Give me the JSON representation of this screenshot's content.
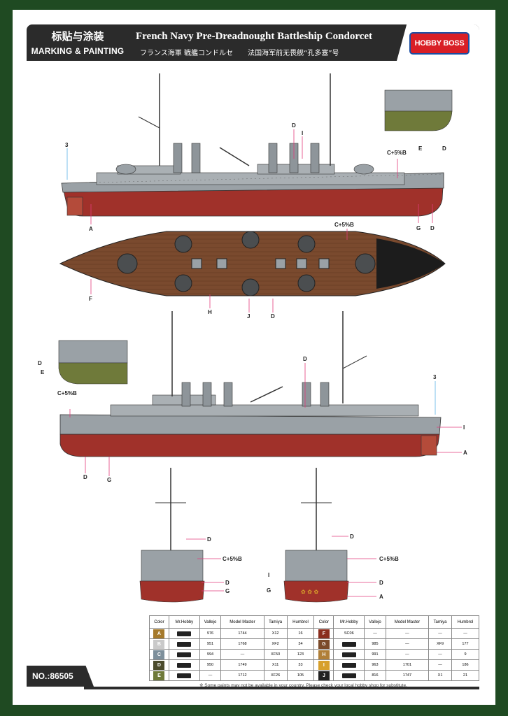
{
  "header": {
    "cn_title": "标贴与涂装",
    "en_title": "MARKING & PAINTING",
    "ship_title": "French Navy Pre-Dreadnought Battleship Condorcet",
    "jp_subtitle": "フランス海軍 戦艦コンドルセ",
    "cn_subtitle": "法国海军前无畏舰“孔多塞”号",
    "logo_text": "HOBBY BOSS"
  },
  "catalog_no": "NO.:86505",
  "callouts": {
    "a": "A",
    "c5n": "C+5%B",
    "d": "D",
    "e": "E",
    "f": "F",
    "g": "G",
    "h": "H",
    "i": "I",
    "j": "J",
    "n3": "3"
  },
  "paint_table": {
    "headers": [
      "Color",
      "Mr.Hobby",
      "Vallejo",
      "Model Master",
      "Tamiya",
      "Humbrol"
    ],
    "left_rows": [
      {
        "code": "A",
        "color": "#a57a2c",
        "vallejo": "976",
        "mm": "1744",
        "tamiya": "X12",
        "humbrol": "16"
      },
      {
        "code": "B",
        "color": "#c9c9c9",
        "vallejo": "951",
        "mm": "1768",
        "tamiya": "XF2",
        "humbrol": "34"
      },
      {
        "code": "C",
        "color": "#7d8f9b",
        "vallejo": "994",
        "mm": "—",
        "tamiya": "XF50",
        "humbrol": "123"
      },
      {
        "code": "D",
        "color": "#4b4b2c",
        "vallejo": "950",
        "mm": "1749",
        "tamiya": "X11",
        "humbrol": "33"
      },
      {
        "code": "E",
        "color": "#6f7a3a",
        "vallejo": "—",
        "mm": "1712",
        "tamiya": "XF26",
        "humbrol": "105"
      }
    ],
    "right_rows": [
      {
        "code": "F",
        "color": "#8a2e1e",
        "mrhobby": "SC06",
        "vallejo": "—",
        "mm": "—",
        "tamiya": "—",
        "humbrol": "—"
      },
      {
        "code": "G",
        "color": "#7b4a2a",
        "mrhobby": "",
        "vallejo": "985",
        "mm": "—",
        "tamiya": "XF9",
        "humbrol": "177"
      },
      {
        "code": "H",
        "color": "#b07f38",
        "mrhobby": "",
        "vallejo": "991",
        "mm": "—",
        "tamiya": "—",
        "humbrol": "9"
      },
      {
        "code": "I",
        "color": "#d7a02b",
        "mrhobby": "",
        "vallejo": "963",
        "mm": "1701",
        "tamiya": "—",
        "humbrol": "186"
      },
      {
        "code": "J",
        "color": "#222222",
        "mrhobby": "",
        "vallejo": "816",
        "mm": "1747",
        "tamiya": "X1",
        "humbrol": "21"
      }
    ]
  },
  "footnote": "※ Some paints may not be available in your country. Please check your local hobby shop for substitute."
}
